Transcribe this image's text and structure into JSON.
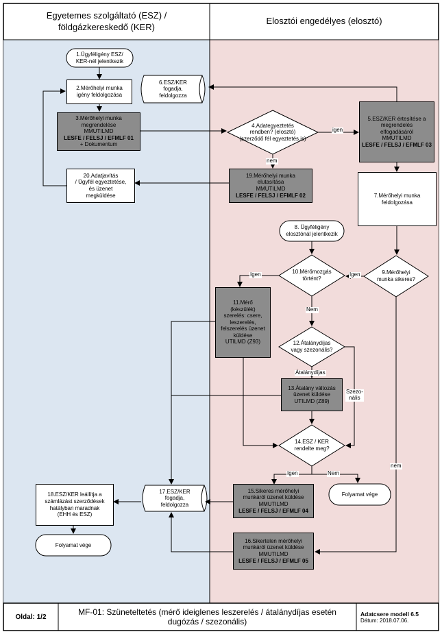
{
  "lanes": {
    "left": "Egyetemes szolgáltató (ESZ) /\nföldgázkereskedő (KER)",
    "right": "Elosztói engedélyes (elosztó)"
  },
  "nodes": {
    "n1": "1.Ügyféligény ESZ/\nKER-nél jelentkezik",
    "n2": "2.Mérőhelyi munka\nigény feldolgozása",
    "n3a": "3.Mérőhelyi munka\nmegrendelése\nMMUTILMD",
    "n3b": "LESFE / FELSJ / EFMLF 01",
    "n3c": "+ Dokumentum",
    "n4": "4.Adategyeztetés\nrendben? (elosztó)\n(szerződő fél egyeztetés.is)",
    "n5a": "5.ESZ/KER értesítése a\nmegrendelés\nelfogadásáról\nMMUTILMD",
    "n5b": "LESFE / FELSJ / EFMLF 03",
    "n6": "6.ESZ/KER\nfogadja,\nfeldolgozza",
    "n7": "7.Mérőhelyi munka\nfeldolgozása",
    "n8": "8. Ügyféligény\nelosztónál jelentkezik",
    "n9": "9.Mérőhelyi\nmunka sikeres?",
    "n10": "10.Mérőmozgás\ntörtént?",
    "n11": "11.Mérő\n(készülék)\nszerelés: csere,\nleszerelés,\nfelszerelés üzenet\nküldése\nUTILMD (Z93)",
    "n12": "12.Átalánydíjas\nvagy szezonális?",
    "n13": "13.Átalány változás\nüzenet küldése\nUTILMD (Z89)",
    "n14": "14.ESZ / KER\nrendelte meg?",
    "n15a": "15.Sikeres mérőhelyi\nmunkáról üzenet küldése\nMMUTILMD",
    "n15b": "LESFE / FELSJ / EFMLF  04",
    "n16a": "16.Sikertelen mérőhelyi\nmunkáról üzenet küldése\nMMUTILMD",
    "n16b": "LESFE / FELSJ / EFMLF  05",
    "n17": "17.ESZ/KER\nfogadja,\nfeldolgozza",
    "n18": "18.ESZ/KER leállítja a\nszámlázást szerződések\nhatályban maradnak\n(EHH és ESZ)",
    "n19a": "19.Mérőhelyi munka\nelutasítása\nMMUTILMD",
    "n19b": "LESFE / FELSJ / EFMLF 02",
    "n20": "20.Adatjavítás\n/ Ügyfél egyeztetése,\nés üzenet\nmegküldése",
    "end1": "Folyamat vége",
    "end2": "Folyamat vége"
  },
  "edges": {
    "igen4": "igen",
    "nem4": "nem",
    "igen10": "Igen",
    "igen9": "Igen",
    "nem10": "Nem",
    "atalany": "Átalánydíjas",
    "szezo": "Szezo-\nnális",
    "igen14": "Igen",
    "nem14": "Nem",
    "nem9": "nem"
  },
  "footer": {
    "page": "Oldal: 1/2",
    "title": "MF-01: Szüneteltetés (mérő ideiglenes leszerelés / átalánydíjas esetén\ndugózás / szezonális)",
    "model": "Adatcsere modell 6.5",
    "date": "Dátum: 2018.07.06."
  },
  "colors": {
    "left_lane": "#dce6f1",
    "right_lane": "#f2dcdb",
    "message_box": "#8c8c8c"
  }
}
